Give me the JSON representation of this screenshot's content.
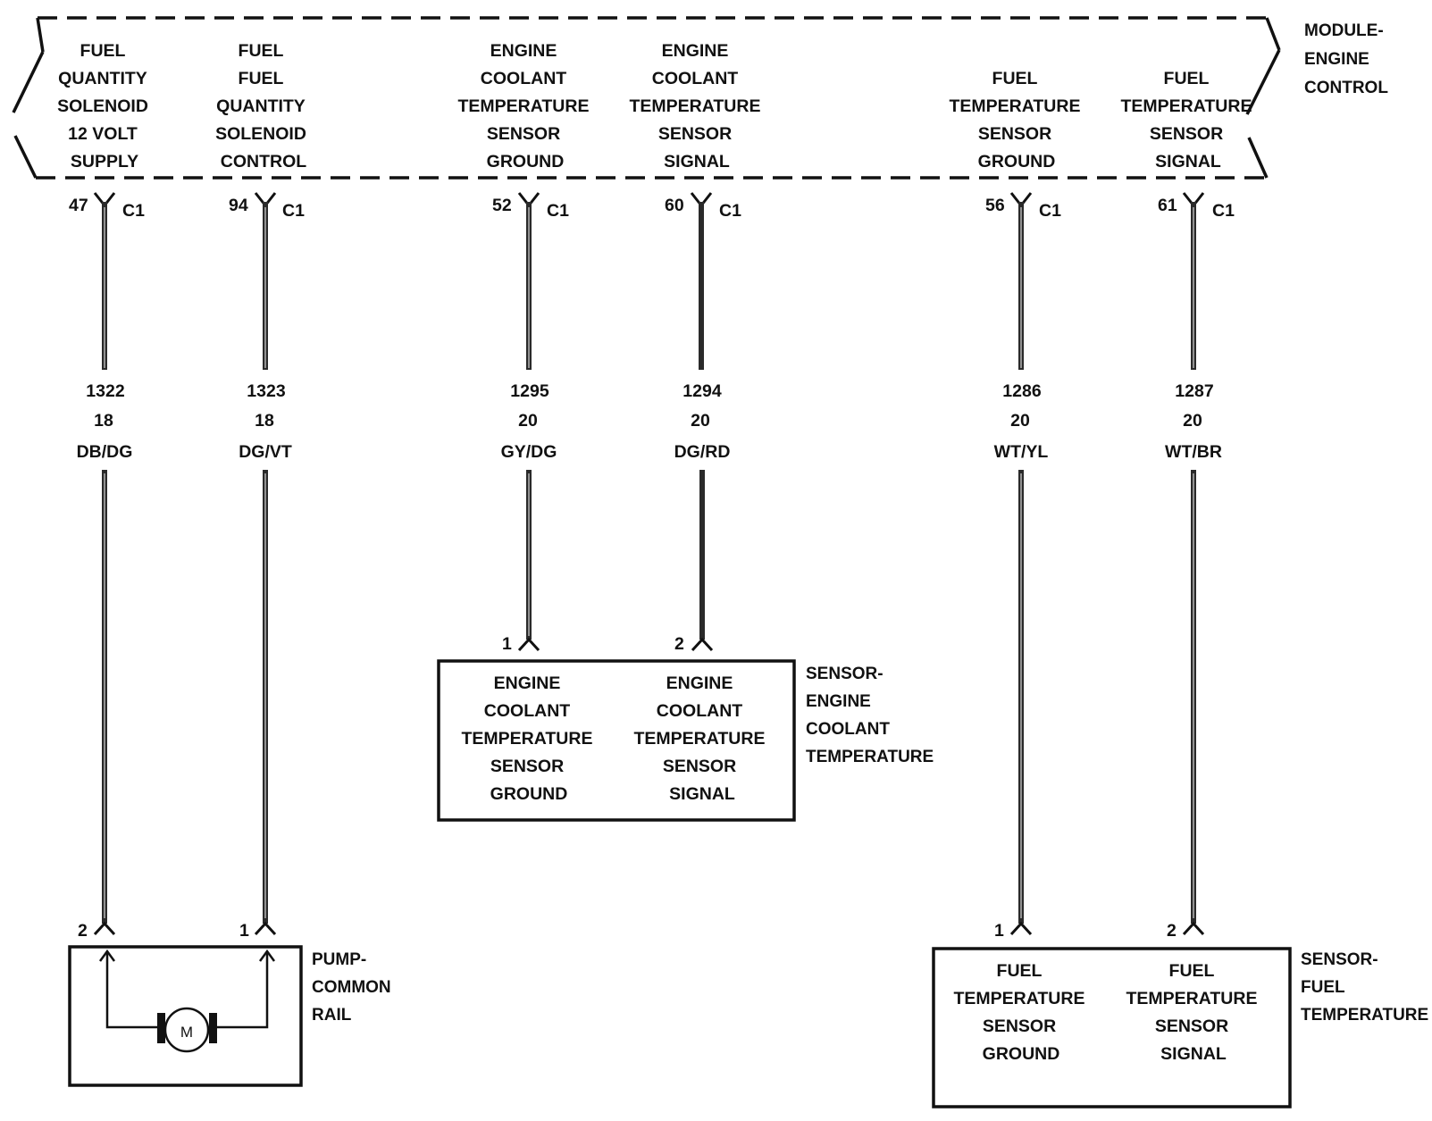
{
  "module": {
    "name_lines": [
      "MODULE-",
      "ENGINE",
      "CONTROL"
    ]
  },
  "circuits": [
    {
      "id": "fqs-supply",
      "label_lines": [
        "FUEL",
        "QUANTITY",
        "SOLENOID",
        "12 VOLT",
        "SUPPLY"
      ],
      "pin": "47",
      "connector": "C1",
      "circuit": "1322",
      "gauge": "18",
      "color": "DB/DG"
    },
    {
      "id": "fqs-control",
      "label_lines": [
        "FUEL",
        "FUEL",
        "QUANTITY",
        "SOLENOID",
        "CONTROL"
      ],
      "pin": "94",
      "connector": "C1",
      "circuit": "1323",
      "gauge": "18",
      "color": "DG/VT"
    },
    {
      "id": "ect-ground",
      "label_lines": [
        "ENGINE",
        "COOLANT",
        "TEMPERATURE",
        "SENSOR",
        "GROUND"
      ],
      "pin": "52",
      "connector": "C1",
      "circuit": "1295",
      "gauge": "20",
      "color": "GY/DG"
    },
    {
      "id": "ect-signal",
      "label_lines": [
        "ENGINE",
        "COOLANT",
        "TEMPERATURE",
        "SENSOR",
        "SIGNAL"
      ],
      "pin": "60",
      "connector": "C1",
      "circuit": "1294",
      "gauge": "20",
      "color": "DG/RD"
    },
    {
      "id": "ft-ground",
      "label_lines": [
        "",
        "FUEL",
        "TEMPERATURE",
        "SENSOR",
        "GROUND"
      ],
      "pin": "56",
      "connector": "C1",
      "circuit": "1286",
      "gauge": "20",
      "color": "WT/YL"
    },
    {
      "id": "ft-signal",
      "label_lines": [
        "",
        "FUEL",
        "TEMPERATURE",
        "SENSOR",
        "SIGNAL"
      ],
      "pin": "61",
      "connector": "C1",
      "circuit": "1287",
      "gauge": "20",
      "color": "WT/BR"
    }
  ],
  "components": {
    "pump": {
      "name_lines": [
        "PUMP-",
        "COMMON",
        "RAIL"
      ],
      "pins": [
        "2",
        "1"
      ],
      "motor_label": "M"
    },
    "ect_sensor": {
      "name_lines": [
        "SENSOR-",
        "ENGINE",
        "COOLANT",
        "TEMPERATURE"
      ],
      "pins": [
        "1",
        "2"
      ],
      "inner_left": [
        "ENGINE",
        "COOLANT",
        "TEMPERATURE",
        "SENSOR",
        "GROUND"
      ],
      "inner_right": [
        "ENGINE",
        "COOLANT",
        "TEMPERATURE",
        "SENSOR",
        "SIGNAL"
      ]
    },
    "ft_sensor": {
      "name_lines": [
        "SENSOR-",
        "FUEL",
        "TEMPERATURE"
      ],
      "pins": [
        "1",
        "2"
      ],
      "inner_left": [
        "FUEL",
        "TEMPERATURE",
        "SENSOR",
        "GROUND"
      ],
      "inner_right": [
        "FUEL",
        "TEMPERATURE",
        "SENSOR",
        "SIGNAL"
      ]
    }
  },
  "colors": {
    "ink": "#111111",
    "wire": "#2a2a2a",
    "background": "#ffffff"
  }
}
